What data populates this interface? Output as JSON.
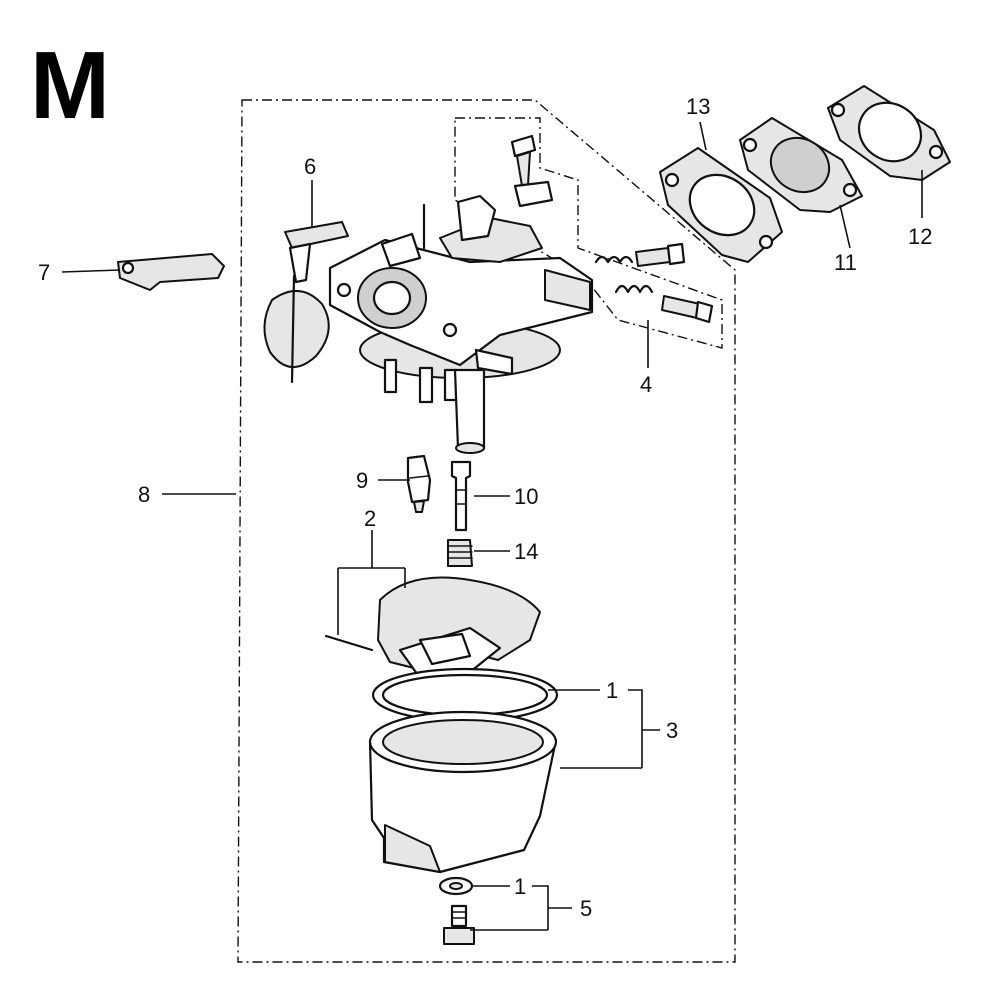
{
  "section_letter": "M",
  "callouts": {
    "c1a": "1",
    "c1b": "1",
    "c2": "2",
    "c3": "3",
    "c4": "4",
    "c5": "5",
    "c6": "6",
    "c7": "7",
    "c8": "8",
    "c9": "9",
    "c10": "10",
    "c11": "11",
    "c12": "12",
    "c13": "13",
    "c14": "14"
  }
}
